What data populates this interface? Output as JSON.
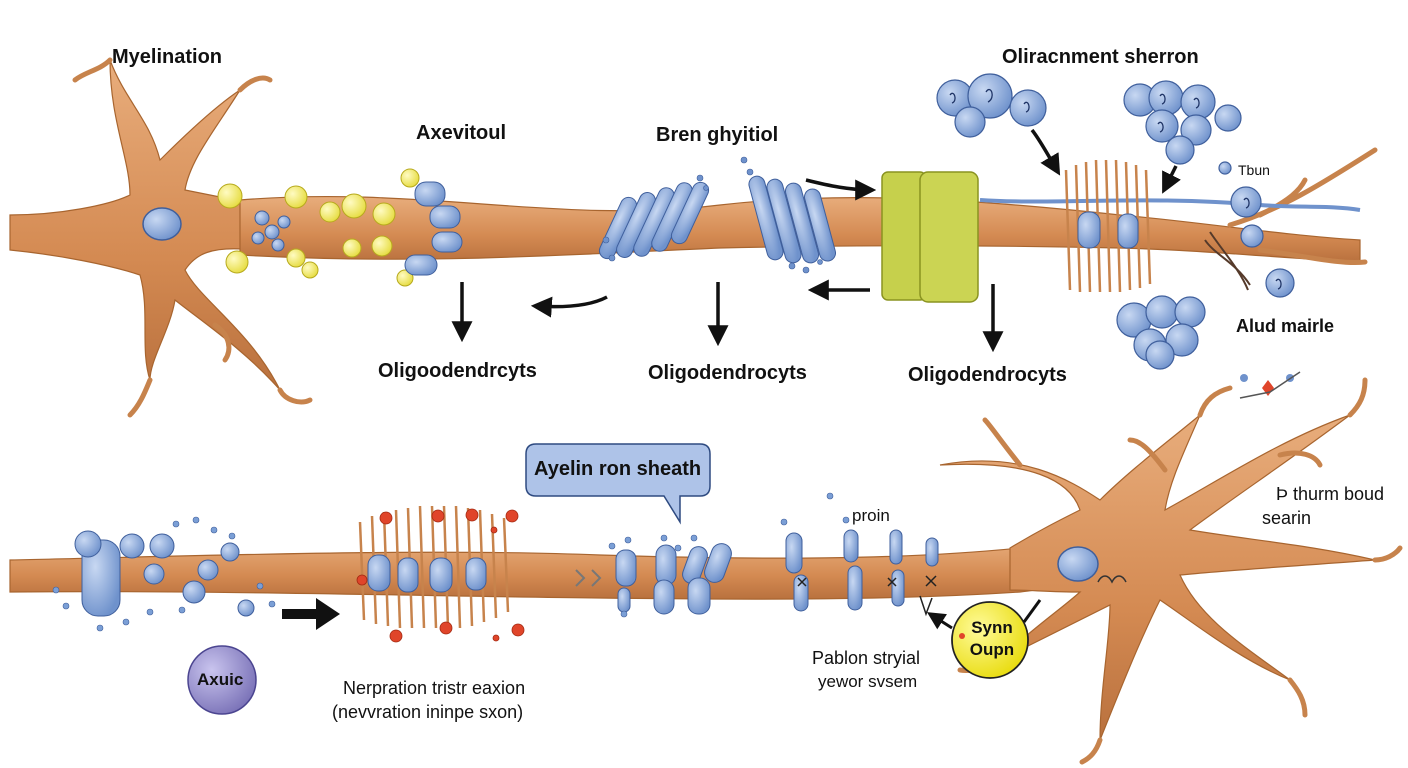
{
  "labels": {
    "myelination": "Myelination",
    "axevitoul": "Axevitoul",
    "bren_ghyitiol": "Bren ghyitiol",
    "oliracnment_sherron": "Oliracnment sherron",
    "tbun": "Tbun",
    "alud_mairle": "Alud mairle",
    "oligo_1": "Oligoodendrcyts",
    "oligo_2": "Oligodendrocyts",
    "oligo_3": "Oligodendrocyts",
    "ayelin_sheath": "Ayelin ron sheath",
    "proin": "proin",
    "thurm_boud_line1": "Þ thurm boud",
    "thurm_boud_line2": "searin",
    "axuic": "Axuic",
    "nerpration_line1": "Nerpration tristr eaxion",
    "nerpration_line2": "(nevvration ininpe sxon)",
    "pablon_line1": "Pablon stryial",
    "pablon_line2": "yewor svsem",
    "synn_line1": "Synn",
    "synn_line2": "Oupn"
  },
  "colors": {
    "axon": "#d9925a",
    "axon_dark": "#b9713e",
    "myelin_blue": "#7b9fd6",
    "myelin_blue_dark": "#3f5f9c",
    "yellow_vesicle": "#f2ec6a",
    "green_sheath": "#c6d04c",
    "red_dot": "#e0452a",
    "purple_circle": "#8e88c8",
    "yellow_circle": "#f3ea2a"
  }
}
